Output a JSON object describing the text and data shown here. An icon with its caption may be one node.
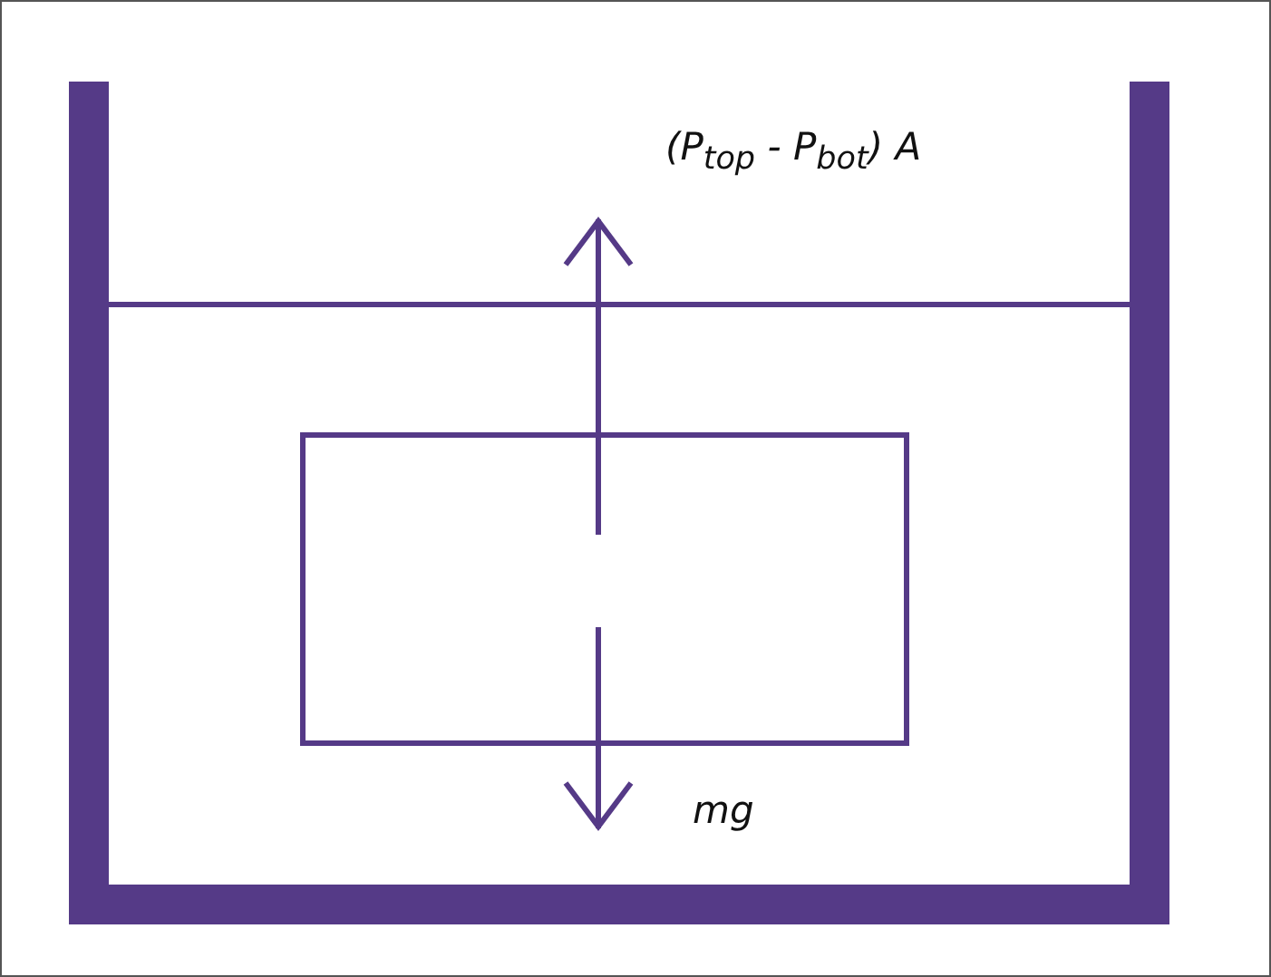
{
  "diagram": {
    "nodes": [
      {
        "text": [],
        "shape": "box"
      }
    ],
    "labels": [
      "(P$_{top}$ - P$_{bot}$) A",
      "mg"
    ]
  }
}
